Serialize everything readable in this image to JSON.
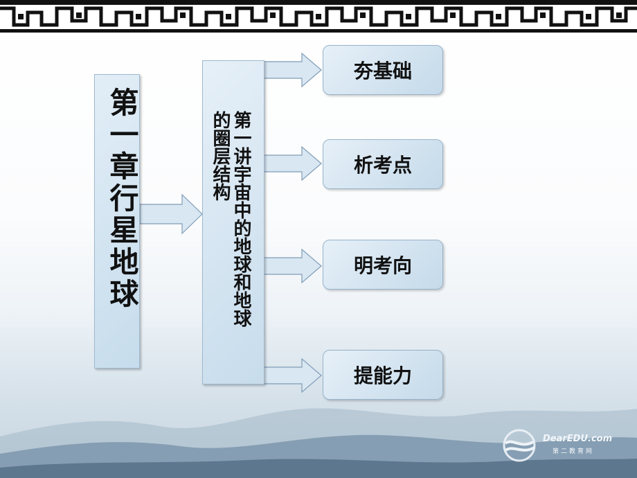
{
  "chapter": {
    "title": "第一章行星地球"
  },
  "lesson": {
    "title": "第一讲宇宙中的地球和地球的圈层结构"
  },
  "items": [
    {
      "label": "夯基础"
    },
    {
      "label": "析考点"
    },
    {
      "label": "明考向"
    },
    {
      "label": "提能力"
    }
  ],
  "watermark": {
    "brand": "DearEDU.com",
    "sub": "第二教育网"
  },
  "colors": {
    "box_fill": "#d6e6f2",
    "box_border": "#9fb9cf",
    "arrow_fill": "#d9e7f2",
    "arrow_stroke": "#7f9cb6",
    "border_band": "#111111"
  }
}
